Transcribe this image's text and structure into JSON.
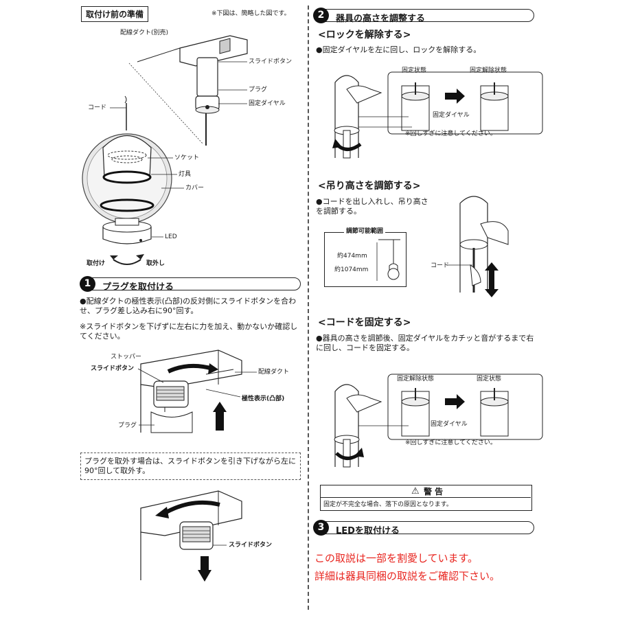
{
  "prep": {
    "title": "取付け前の準備",
    "note": "※下図は、簡略した図です。",
    "labels": {
      "duct": "配線ダクト(別売)",
      "slide": "スライドボタン",
      "plug": "プラグ",
      "dial": "固定ダイヤル",
      "cord": "コード",
      "socket": "ソケット",
      "lampshade": "灯具",
      "cover": "カバー",
      "led": "LED",
      "attach": "取付け",
      "remove": "取外し"
    }
  },
  "step1": {
    "num": "1",
    "title": "プラグを取付ける",
    "text1": "●配線ダクトの極性表示(凸部)の反対側にスライドボタンを合わせ、プラグ差し込み右に90°回す。",
    "text2": "※スライドボタンを下げずに左右に力を加え、動かないか確認してください。",
    "labels": {
      "stopper": "ストッパー",
      "slide": "スライドボタン",
      "duct": "配線ダクト",
      "polarity": "極性表示(凸部)",
      "plug": "プラグ"
    },
    "remove_note": "プラグを取外す場合は、スライドボタンを引き下げながら左に90°回して取外す。",
    "remove_label": "スライドボタン"
  },
  "step2": {
    "num": "2",
    "title": "器具の高さを調整する",
    "unlock": {
      "heading": "<ロックを解除する>",
      "text": "●固定ダイヤルを左に回し、ロックを解除する。",
      "state_a": "固定状態",
      "state_b": "固定解除状態",
      "dial": "固定ダイヤル",
      "caution": "※回しすぎに注意してください。"
    },
    "height": {
      "heading": "<吊り高さを調節する>",
      "text": "●コードを出し入れし、吊り高さを調節する。",
      "range_title": "調節可能範囲",
      "min": "約474mm",
      "max": "約1074mm",
      "cord": "コード"
    },
    "fix": {
      "heading": "<コードを固定する>",
      "text": "●器具の高さを調節後、固定ダイヤルをカチッと音がするまで右に回し、コードを固定する。",
      "state_a": "固定解除状態",
      "state_b": "固定状態",
      "dial": "固定ダイヤル",
      "caution": "※回しすぎに注意してください。"
    }
  },
  "warning": {
    "title": "警 告",
    "text": "固定が不完全な場合、落下の原因となります。"
  },
  "step3": {
    "num": "3",
    "title": "LEDを取付ける"
  },
  "notice": {
    "line1": "この取説は一部を割愛しています。",
    "line2": "詳細は器具同梱の取説をご確認下さい。",
    "color": "#e8251f"
  }
}
